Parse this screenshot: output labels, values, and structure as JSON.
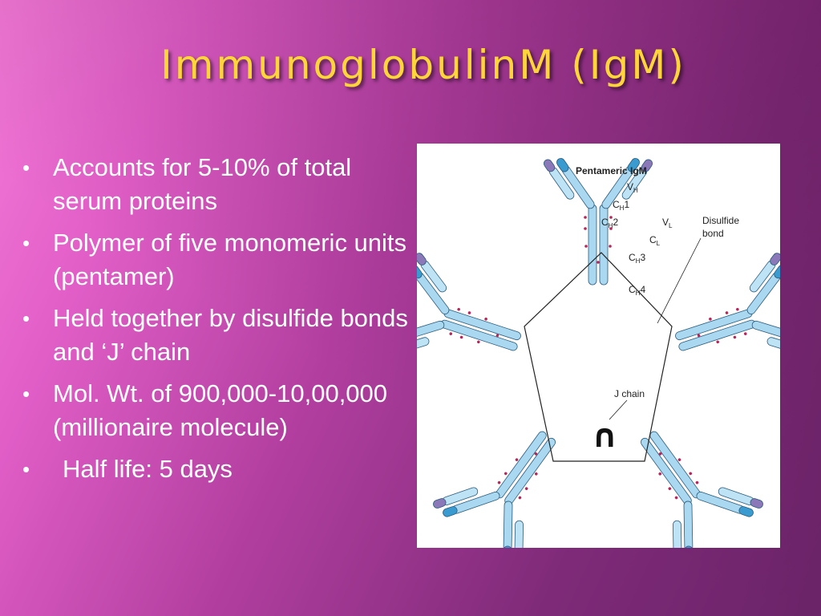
{
  "slide": {
    "title": "ImmunoglobulinM (IgM)",
    "bullets": [
      "Accounts for 5-10% of total serum proteins",
      "Polymer of five monomeric units (pentamer)",
      "Held together by disulfide bonds and ‘J’  chain",
      "Mol. Wt. of 900,000-10,00,000 (millionaire molecule)",
      "Half life: 5 days"
    ],
    "bullet_symbol": "•"
  },
  "figure": {
    "title": "Pentameric IgM",
    "labels": {
      "vh": "V",
      "vh_sub": "H",
      "ch1": "C",
      "ch1_sub": "H",
      "ch1_num": "1",
      "ch2": "C",
      "ch2_sub": "H",
      "ch2_num": "2",
      "ch3": "C",
      "ch3_sub": "H",
      "ch3_num": "3",
      "ch4": "C",
      "ch4_sub": "H",
      "ch4_num": "4",
      "vl": "V",
      "vl_sub": "L",
      "cl": "C",
      "cl_sub": "L",
      "disulfide_1": "Disulfide",
      "disulfide_2": "bond",
      "j_chain": "J chain",
      "j_glyph": "∩"
    },
    "colors": {
      "heavy_chain": "#a9d8f0",
      "heavy_chain_tip": "#3a9bd0",
      "light_chain": "#bde3f5",
      "light_tip": "#8a78b8",
      "disulfide_dots": "#b8255a",
      "outline": "#2a5a7a"
    }
  }
}
